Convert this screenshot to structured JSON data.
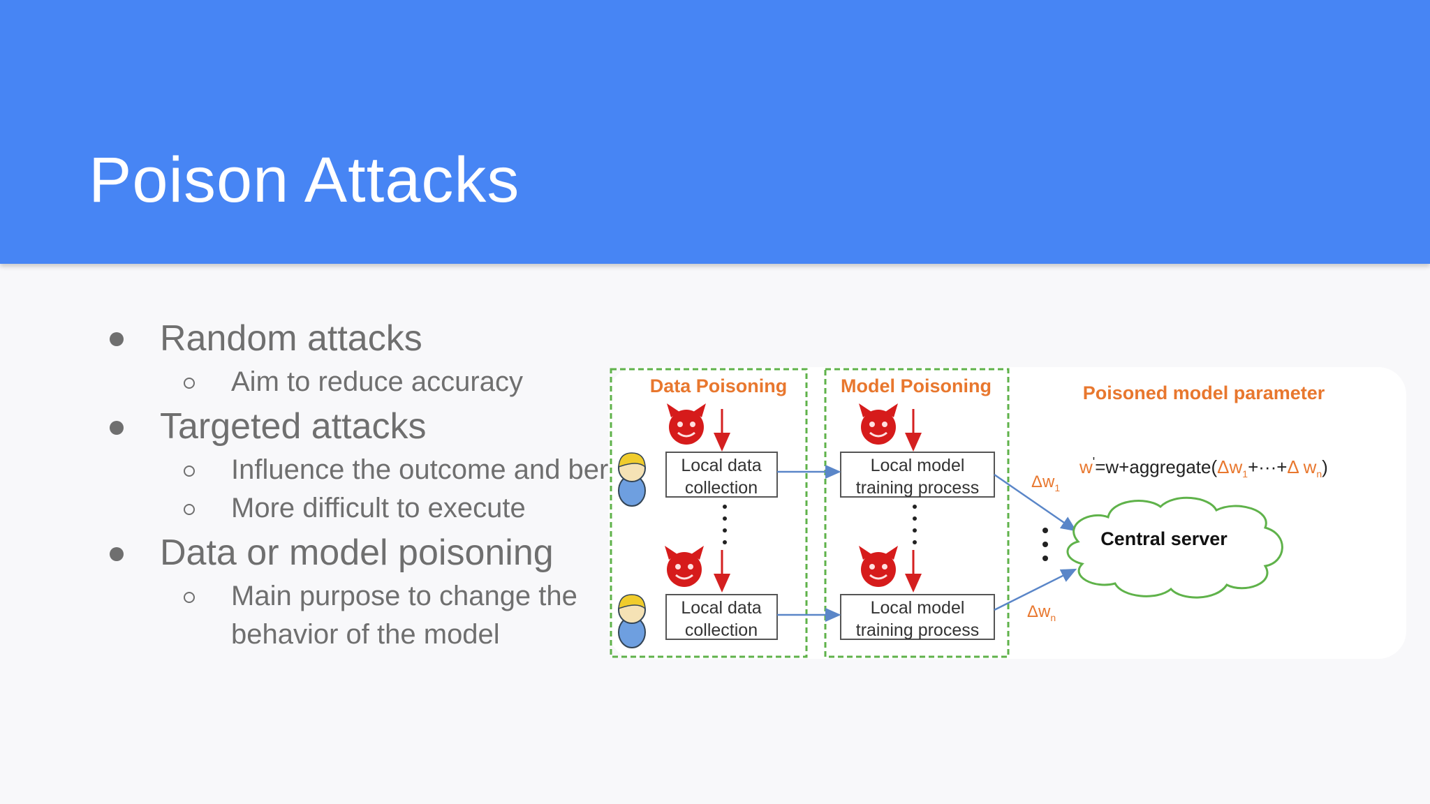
{
  "slide": {
    "title": "Poison Attacks"
  },
  "bullets": [
    {
      "text": "Random attacks",
      "sub": [
        "Aim to reduce accuracy"
      ]
    },
    {
      "text": "Targeted attacks",
      "sub": [
        "Influence the outcome and ber",
        "More difficult to execute"
      ]
    },
    {
      "text": "Data or model poisoning",
      "sub_lines": [
        "Main purpose to change the",
        "behavior of the model"
      ]
    }
  ],
  "diagram": {
    "data_poisoning_label": "Data Poisoning",
    "model_poisoning_label": "Model Poisoning",
    "poisoned_param_label": "Poisoned model parameter",
    "local_data_line1": "Local data",
    "local_data_line2": "collection",
    "local_model_line1": "Local model",
    "local_model_line2": "training process",
    "dw1": "Δw",
    "dw1_sub": "1",
    "dwn": "Δw",
    "dwn_sub": "n",
    "formula": {
      "lhs": "w",
      "prime": "'",
      "eq": "=w+aggregate(",
      "d1": "Δw",
      "s1": "1",
      "mid": "+···+",
      "dn": "Δ w",
      "sn": "n",
      "close": ")"
    },
    "server_label": "Central server",
    "colors": {
      "label_orange": "#e8772e",
      "dashed_green": "#5fb24a",
      "arrow_blue": "#5a86c8",
      "red_arrow": "#d42020",
      "devil_red": "#d61b1b",
      "cloud_green": "#5fb24a"
    }
  }
}
